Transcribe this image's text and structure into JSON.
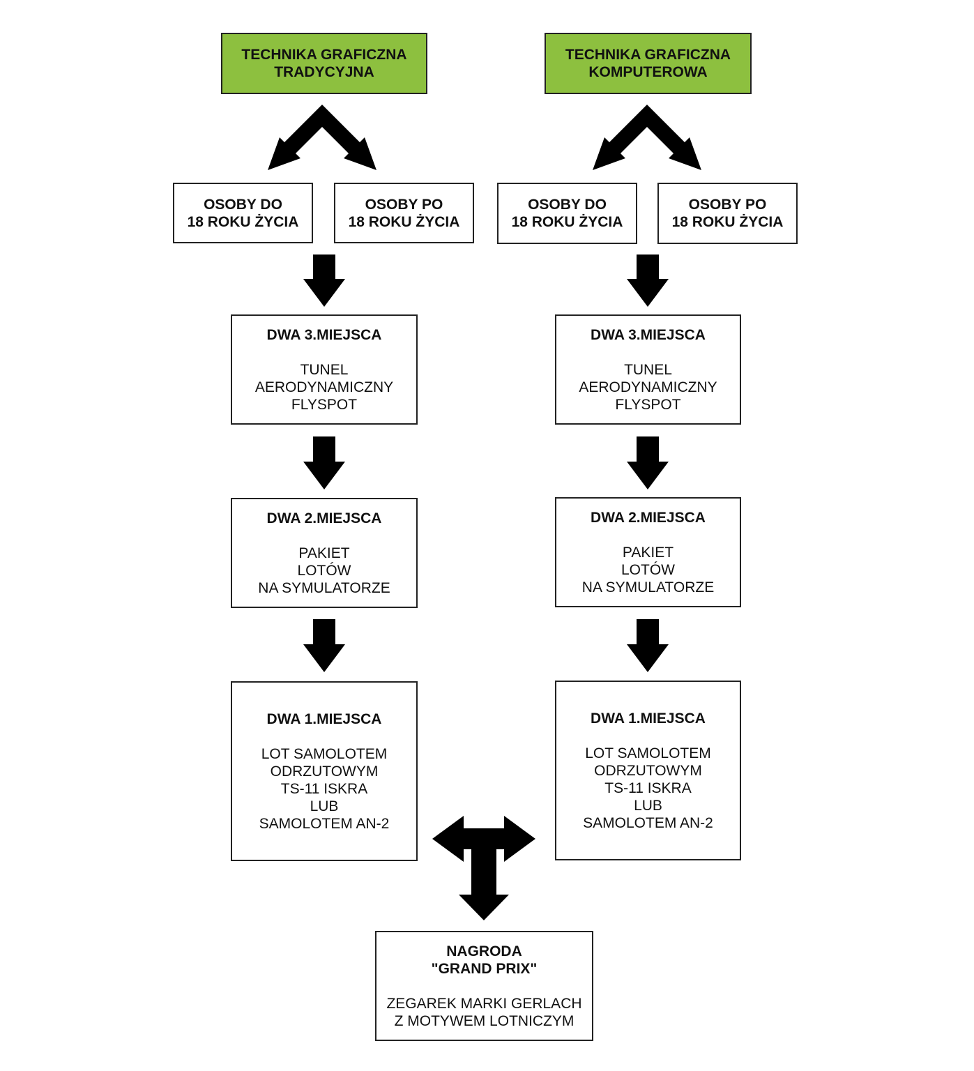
{
  "columns": [
    {
      "header": [
        "TECHNIKA GRAFICZNA",
        "TRADYCYJNA"
      ],
      "groups": [
        [
          "OSOBY DO",
          "18 ROKU ŻYCIA"
        ],
        [
          "OSOBY PO",
          "18 ROKU ŻYCIA"
        ]
      ],
      "place3": {
        "title": "DWA 3.MIEJSCA",
        "prize": [
          "TUNEL",
          "AERODYNAMICZNY",
          "FLYSPOT"
        ]
      },
      "place2": {
        "title": "DWA 2.MIEJSCA",
        "prize": [
          "PAKIET",
          "LOTÓW",
          "NA SYMULATORZE"
        ]
      },
      "place1": {
        "title": "DWA 1.MIEJSCA",
        "prize": [
          "LOT SAMOLOTEM",
          "ODRZUTOWYM",
          "TS-11 ISKRA",
          "LUB",
          "SAMOLOTEM AN-2"
        ]
      }
    },
    {
      "header": [
        "TECHNIKA GRAFICZNA",
        "KOMPUTEROWA"
      ],
      "groups": [
        [
          "OSOBY DO",
          "18 ROKU ŻYCIA"
        ],
        [
          "OSOBY PO",
          "18 ROKU ŻYCIA"
        ]
      ],
      "place3": {
        "title": "DWA 3.MIEJSCA",
        "prize": [
          "TUNEL",
          "AERODYNAMICZNY",
          "FLYSPOT"
        ]
      },
      "place2": {
        "title": "DWA 2.MIEJSCA",
        "prize": [
          "PAKIET",
          "LOTÓW",
          "NA SYMULATORZE"
        ]
      },
      "place1": {
        "title": "DWA 1.MIEJSCA",
        "prize": [
          "LOT SAMOLOTEM",
          "ODRZUTOWYM",
          "TS-11 ISKRA",
          "LUB",
          "SAMOLOTEM AN-2"
        ]
      }
    }
  ],
  "grand_prix": {
    "title": [
      "NAGRODA",
      "\"GRAND PRIX\""
    ],
    "prize": [
      "ZEGAREK MARKI GERLACH",
      "Z MOTYWEM LOTNICZYM"
    ]
  },
  "colors": {
    "header_fill": "#8dc03f",
    "border": "#222222",
    "arrow": "#000000"
  }
}
